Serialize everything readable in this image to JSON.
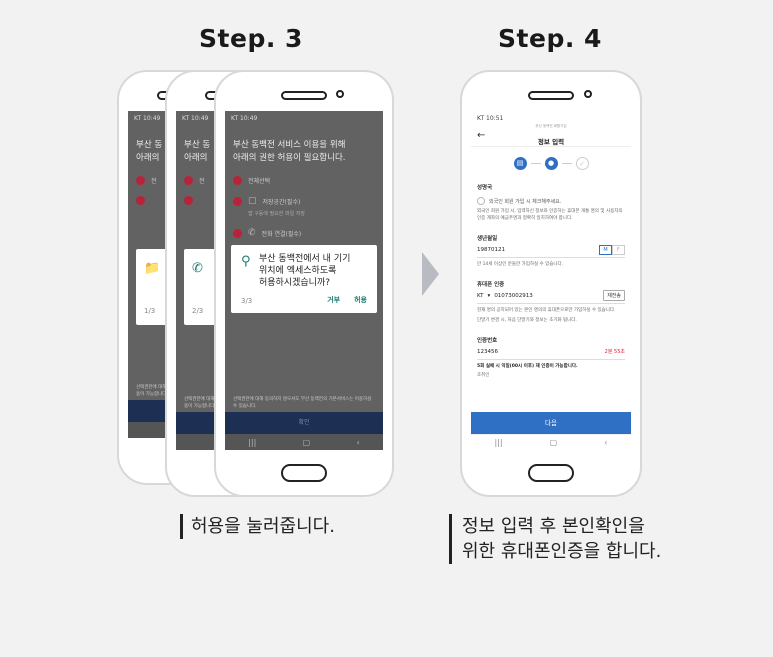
{
  "step3": {
    "title": "Step. 3",
    "caption": "허용을 눌러줍니다.",
    "phone1": {
      "status": "KT 10:49",
      "title_l1": "부산 동",
      "title_l2": "아래의",
      "perm1": "전",
      "counter": "1/3",
      "note": "선택권한에 대해 동의하지 않으셔도 서비스 이용이 가능합니다."
    },
    "phone2": {
      "status": "KT 10:49",
      "title_l1": "부산 동",
      "title_l2": "아래의",
      "perm1": "전",
      "counter": "2/3",
      "note": "선택권한에 대해 동의하지 않으셔도 서비스 이용이 가능합니다."
    },
    "phone3": {
      "status": "KT 10:49",
      "title_l1": "부산 동백전 서비스 이용을 위해",
      "title_l2": "아래의 권한 허용이 필요합니다.",
      "perm_all": "전체선택",
      "perm_storage": "저장공간(필수)",
      "perm_storage_sub": "앱 구동에 필요한 파일 저장",
      "perm_phone": "전화 연결(필수)",
      "note": "선택권한에 대해 동의하지 않으셔도 부산 동백전의 기본서비스는 이용하실 수 있습니다.",
      "confirm": "확인",
      "dialog": {
        "line1": "부산 동백전에서 내 기기",
        "line2": "위치에 엑세스하도록",
        "line3": "허용하시겠습니까?",
        "counter": "3/3",
        "deny": "거부",
        "allow": "허용"
      }
    }
  },
  "step4": {
    "title": "Step. 4",
    "caption_l1": "정보 입력 후 본인확인을",
    "caption_l2": "위한 휴대폰인증을 합니다.",
    "phone": {
      "status": "KT 10:51",
      "header_sup": "부산 동백전 회원가입",
      "header_title": "정보 입력",
      "nationality_label": "성명국",
      "foreigner_check": "외국인 회원 가입 시 체크해주세요.",
      "foreigner_note": "외국인 회원 가입 시, 입력하신 정보와 인증하는 휴대폰 개통 명의 및 사용자의 인증 계좌의 예금주명과 정확히 일치하여야 합니다.",
      "birth_label": "생년월일",
      "birth_value": "19870121",
      "gender_m": "M",
      "gender_f": "F",
      "birth_note": "만 14세 이상인 분들만 가입하실 수 있습니다.",
      "phone_label": "휴대폰 인증",
      "carrier": "KT",
      "phone_value": "01073002913",
      "resend": "재전송",
      "phone_note1": "현재 명의 공지되어 있는 본인 명의의 휴대폰으로만 가입하실 수 있습니다.",
      "phone_note2": "단말기 변경 시, 처음 단말기와 정보는 초기화 됩니다.",
      "code_label": "인증번호",
      "code_value": "123456",
      "timer": "2분 55초",
      "code_note": "5회 실패 시 익일(00시 이후) 재 인증이 가능합니다.",
      "cancel": "초취인",
      "next": "다음"
    }
  },
  "icons": {
    "folder": "folder-icon",
    "phone": "phone-icon",
    "location": "location-pin-icon",
    "back": "back-arrow-icon"
  }
}
